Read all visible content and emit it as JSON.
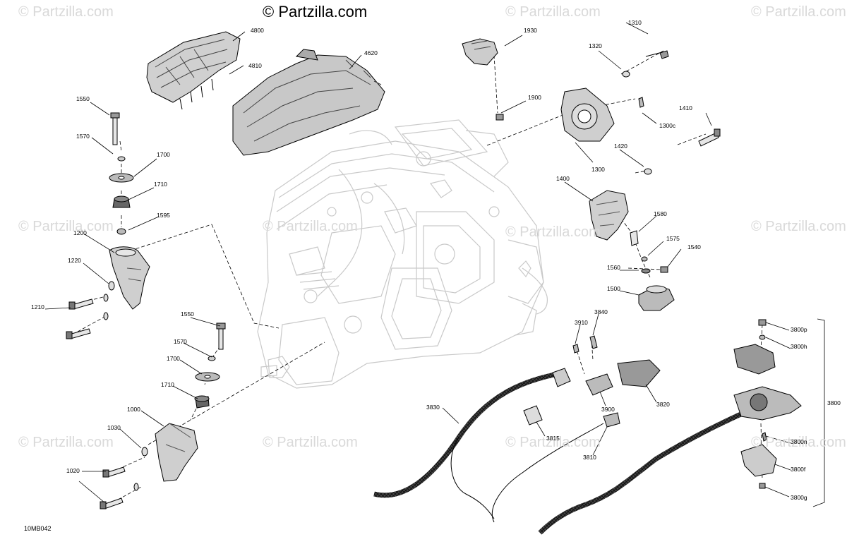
{
  "watermark": {
    "text": "© Partzilla.com",
    "title": "© Partzilla.com"
  },
  "diagram_code": "10MB042",
  "callouts": [
    {
      "id": "c4800",
      "label": "4800"
    },
    {
      "id": "c4810",
      "label": "4810"
    },
    {
      "id": "c4620",
      "label": "4620"
    },
    {
      "id": "c1930",
      "label": "1930"
    },
    {
      "id": "c1310",
      "label": "1310"
    },
    {
      "id": "c1320",
      "label": "1320"
    },
    {
      "id": "c1900",
      "label": "1900"
    },
    {
      "id": "c1300c",
      "label": "1300c"
    },
    {
      "id": "c1410",
      "label": "1410"
    },
    {
      "id": "c1300",
      "label": "1300"
    },
    {
      "id": "c1420",
      "label": "1420"
    },
    {
      "id": "c1400",
      "label": "1400"
    },
    {
      "id": "c1580",
      "label": "1580"
    },
    {
      "id": "c1575",
      "label": "1575"
    },
    {
      "id": "c1540",
      "label": "1540"
    },
    {
      "id": "c1560",
      "label": "1560"
    },
    {
      "id": "c1500",
      "label": "1500"
    },
    {
      "id": "c1550a",
      "label": "1550"
    },
    {
      "id": "c1570a",
      "label": "1570"
    },
    {
      "id": "c1700a",
      "label": "1700"
    },
    {
      "id": "c1710a",
      "label": "1710"
    },
    {
      "id": "c1595",
      "label": "1595"
    },
    {
      "id": "c1200",
      "label": "1200"
    },
    {
      "id": "c1220",
      "label": "1220"
    },
    {
      "id": "c1210",
      "label": "1210"
    },
    {
      "id": "c1550b",
      "label": "1550"
    },
    {
      "id": "c1570b",
      "label": "1570"
    },
    {
      "id": "c1700b",
      "label": "1700"
    },
    {
      "id": "c1710b",
      "label": "1710"
    },
    {
      "id": "c1000",
      "label": "1000"
    },
    {
      "id": "c1030",
      "label": "1030"
    },
    {
      "id": "c1020",
      "label": "1020"
    },
    {
      "id": "c3910",
      "label": "3910"
    },
    {
      "id": "c3840",
      "label": "3840"
    },
    {
      "id": "c3830",
      "label": "3830"
    },
    {
      "id": "c3900",
      "label": "3900"
    },
    {
      "id": "c3820",
      "label": "3820"
    },
    {
      "id": "c3815",
      "label": "3815"
    },
    {
      "id": "c3810",
      "label": "3810"
    },
    {
      "id": "c3800p",
      "label": "3800p"
    },
    {
      "id": "c3800h",
      "label": "3800h"
    },
    {
      "id": "c3800",
      "label": "3800"
    },
    {
      "id": "c3800n",
      "label": "3800n"
    },
    {
      "id": "c3800f",
      "label": "3800f"
    },
    {
      "id": "c3800g",
      "label": "3800g"
    }
  ]
}
